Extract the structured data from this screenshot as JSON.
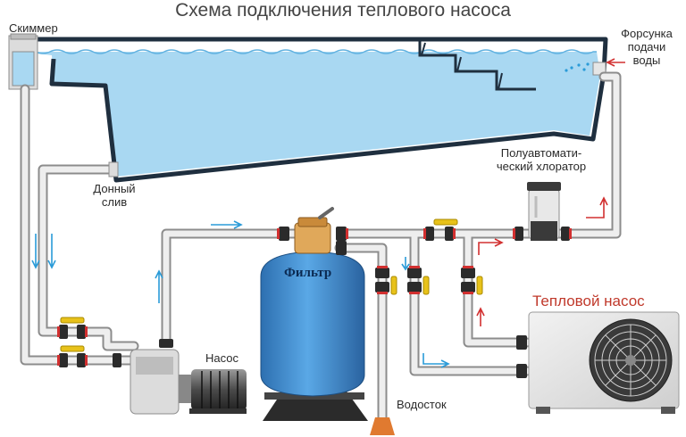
{
  "title": "Схема подключения теплового насоса",
  "labels": {
    "skimmer": "Скиммер",
    "nozzle": [
      "Форсунка",
      "подачи",
      "воды"
    ],
    "bottom_drain": [
      "Донный",
      "слив"
    ],
    "chlorinator": [
      "Полуавтомати-",
      "ческий хлоратор"
    ],
    "heat_pump": "Тепловой насос",
    "filter": "Фильтр",
    "pump": "Насос",
    "drain": "Водосток"
  },
  "colors": {
    "water": "#a9d8f2",
    "pipe": "#e6e6e6",
    "pipe_edge": "#8c8c8c",
    "pool_wall": "#1f2f3f",
    "filter_tank": "#3f8fd4",
    "flow_arrow_blue": "#2a9bd8",
    "flow_arrow_red": "#d23030",
    "valve_handle": "#e8c21a",
    "heat_pump_title": "#c0392b"
  },
  "icons": [
    "skimmer-icon",
    "nozzle-icon",
    "bottom-drain-icon",
    "filter-tank-icon",
    "pump-icon",
    "heat-pump-icon",
    "chlorinator-icon",
    "valve-icon",
    "flow-arrow-icon"
  ]
}
